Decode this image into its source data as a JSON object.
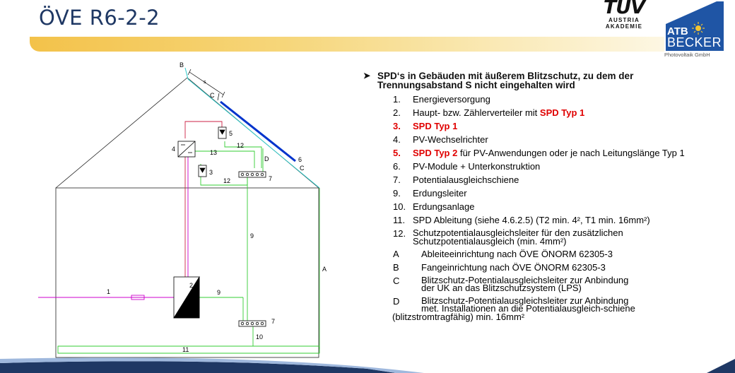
{
  "slide": {
    "title": "ÖVE R6-2-2",
    "tuv_logo_main": "TÜV",
    "tuv_logo_sub1": "AUSTRIA",
    "tuv_logo_sub2": "AKADEMIE",
    "atb_logo_line1": "ATB",
    "atb_logo_line2": "BECKER",
    "atb_logo_line3": "Photovoltaik GmbH"
  },
  "diagram": {
    "labels": {
      "A": "A",
      "B": "B",
      "C_top": "C",
      "C_right": "C",
      "D": "D",
      "s": "s",
      "n1": "1",
      "n2": "2",
      "n3": "3",
      "n4": "4",
      "n5": "5",
      "n6": "6",
      "n7_top": "7",
      "n7_bottom": "7",
      "n9_vert": "9",
      "n9_horiz": "9",
      "n10": "10",
      "n11": "11",
      "n12_top": "12",
      "n12_bottom": "12",
      "n13": "13"
    }
  },
  "content": {
    "heading_line1": "SPD‘s in Gebäuden mit äußerem Blitzschutz, zu dem der",
    "heading_line2": "Trennungsabstand S nicht eingehalten wird",
    "items": [
      {
        "num": "1.",
        "text": "Energieversorgung"
      },
      {
        "num": "2.",
        "text": "Haupt- bzw. Zählerverteiler mit ",
        "red": "SPD Typ 1"
      },
      {
        "num": "3.",
        "text": "SPD Typ 1"
      },
      {
        "num": "4.",
        "text": "PV-Wechselrichter"
      },
      {
        "num": "5.",
        "red": "SPD Typ 2",
        "text": " für PV-Anwendungen oder je nach Leitungslänge Typ 1"
      },
      {
        "num": "6.",
        "text": "PV-Module + Unterkonstruktion"
      },
      {
        "num": "7.",
        "text": "Potentialausgleichschiene"
      },
      {
        "num": "9.",
        "text": "Erdungsleiter"
      },
      {
        "num": "10.",
        "text": "Erdungsanlage"
      },
      {
        "num": "11.",
        "text": "SPD Ableitung (siehe 4.6.2.5) (T2 min. 4², T1 min. 16mm²)"
      },
      {
        "num": "12.",
        "line1": "Schutzpotentialausgleichsleiter für den zusätzlichen",
        "line2": "Schutzpotentialausgleich (min. 4mm²)"
      },
      {
        "num": "A",
        "text": "Ableiteeinrichtung nach ÖVE ÖNORM 62305-3"
      },
      {
        "num": "B",
        "text": "Fangeinrichtung nach ÖVE ÖNORM 62305-3"
      },
      {
        "num": "C",
        "line1": "Blitzschutz-Potentialausgleichsleiter zur Anbindung",
        "line2": "der UK an das Blitzschutzsystem (LPS)"
      },
      {
        "num": "D",
        "line1": "Blitzschutz-Potentialausgleichsleiter zur Anbindung",
        "line2": "met. Installationen an die Potentialausgleich-schiene",
        "line3": "(blitzstromtragfähig) min. 16mm²"
      }
    ]
  }
}
